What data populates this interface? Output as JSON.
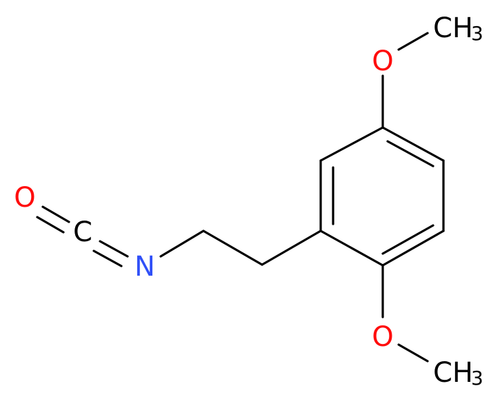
{
  "molecule": {
    "atoms": {
      "oxygen_isocyanate": "O",
      "carbon_isocyanate": "C",
      "nitrogen": "N",
      "oxygen_methoxy_top": "O",
      "methyl_top": "CH",
      "methyl_top_sub": "3",
      "oxygen_methoxy_bottom": "O",
      "methyl_bottom": "CH",
      "methyl_bottom_sub": "3"
    },
    "colors": {
      "bond": "#000000",
      "oxygen": "#ff0d0d",
      "nitrogen": "#3050f8",
      "carbon": "#000000"
    }
  }
}
